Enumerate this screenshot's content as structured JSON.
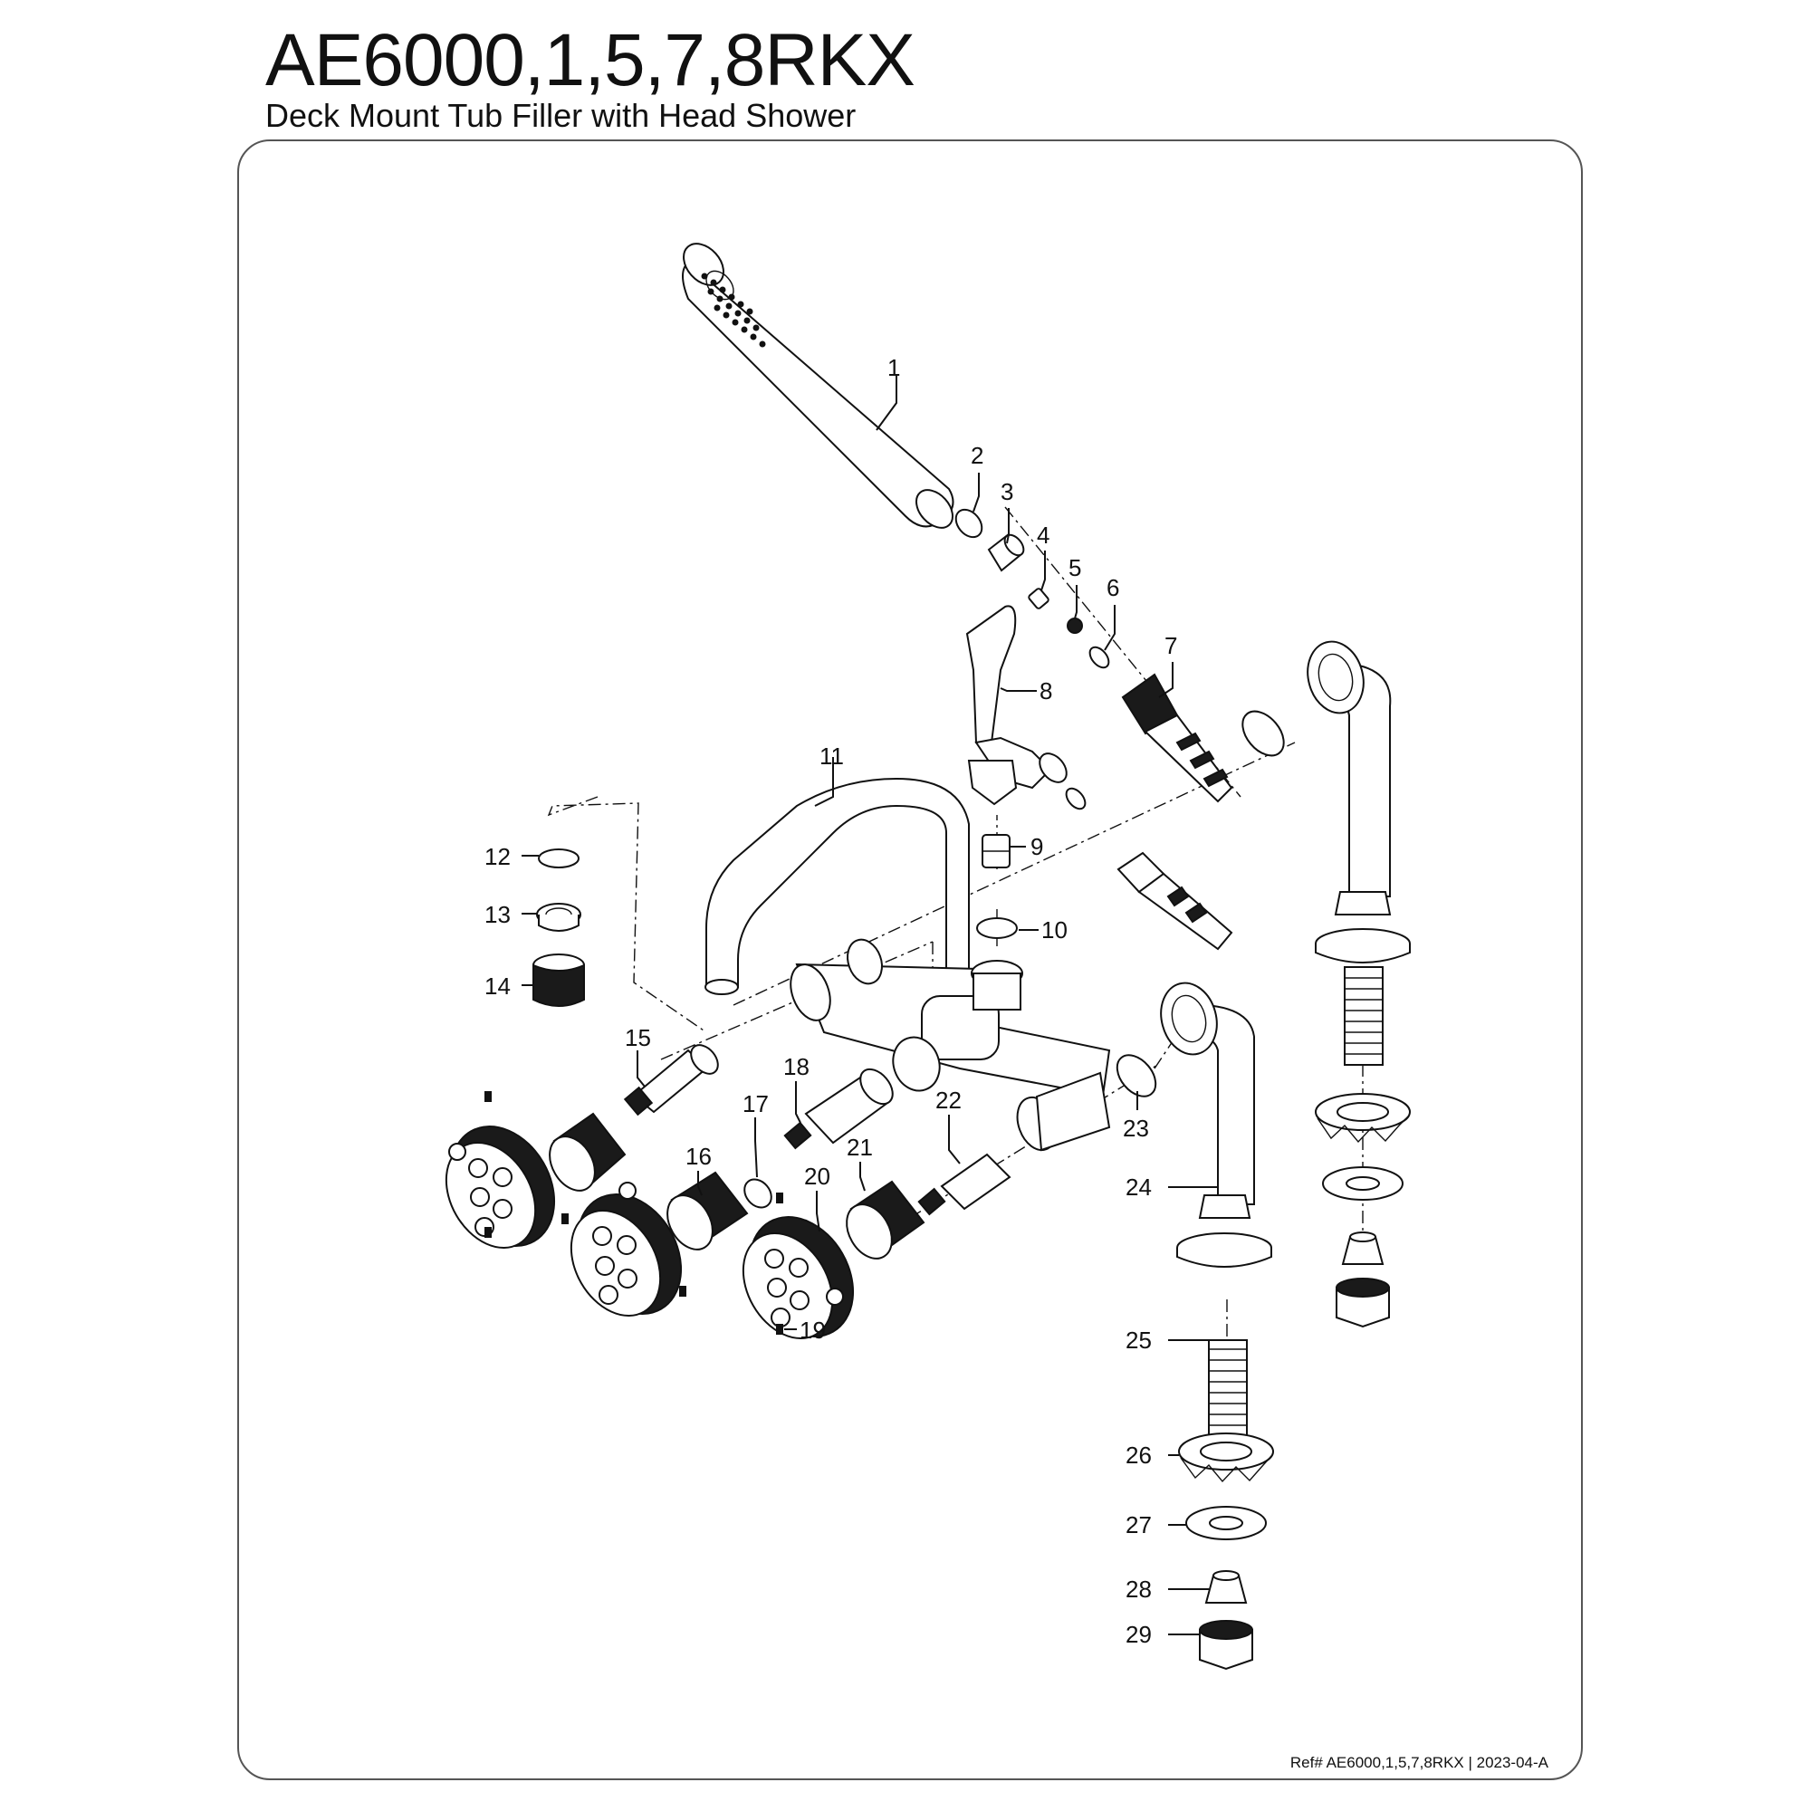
{
  "header": {
    "model": "AE6000,1,5,7,8RKX",
    "description": "Deck Mount Tub Filler with Head Shower"
  },
  "footer": {
    "reference": "Ref# AE6000,1,5,7,8RKX | 2023-04-A"
  },
  "callouts": [
    "1",
    "2",
    "3",
    "4",
    "5",
    "6",
    "7",
    "8",
    "9",
    "10",
    "11",
    "12",
    "13",
    "14",
    "15",
    "16",
    "17",
    "18",
    "19",
    "20",
    "21",
    "22",
    "23",
    "24",
    "25",
    "26",
    "27",
    "28",
    "29"
  ]
}
